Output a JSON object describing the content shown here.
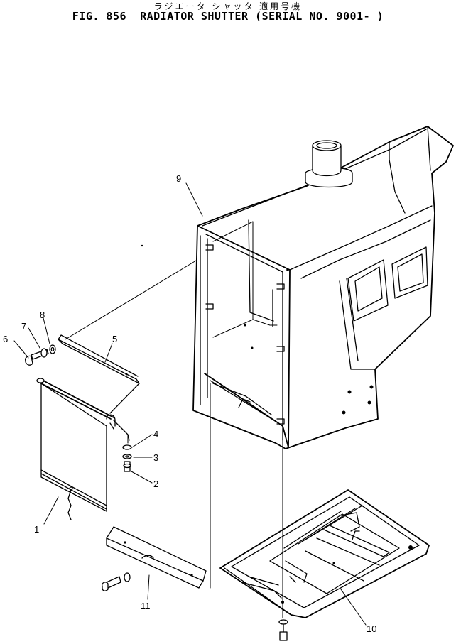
{
  "header": {
    "subtitle": "ラジエータ シャッタ 適用号機",
    "title": "FIG. 856  RADIATOR SHUTTER (SERIAL NO. 9001- )"
  },
  "callouts": {
    "c1": "1",
    "c2": "2",
    "c3": "3",
    "c4": "4",
    "c5": "5",
    "c6": "6",
    "c7": "7",
    "c8": "8",
    "c9": "9",
    "c10": "10",
    "c11": "11"
  }
}
